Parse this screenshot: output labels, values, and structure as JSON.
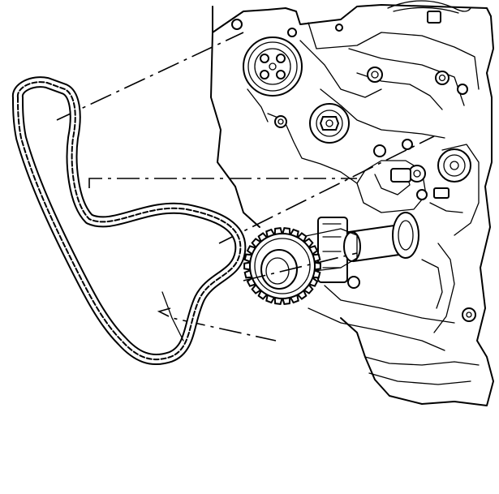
{
  "figure": {
    "subject": "engine-timing-chain-removal",
    "components": [
      "timing-chain",
      "crankshaft-sprocket",
      "camshaft-sprocket",
      "idler-sprocket",
      "balance-shaft-sprocket",
      "engine-block-front",
      "oil-pump-drive-shaft"
    ]
  }
}
